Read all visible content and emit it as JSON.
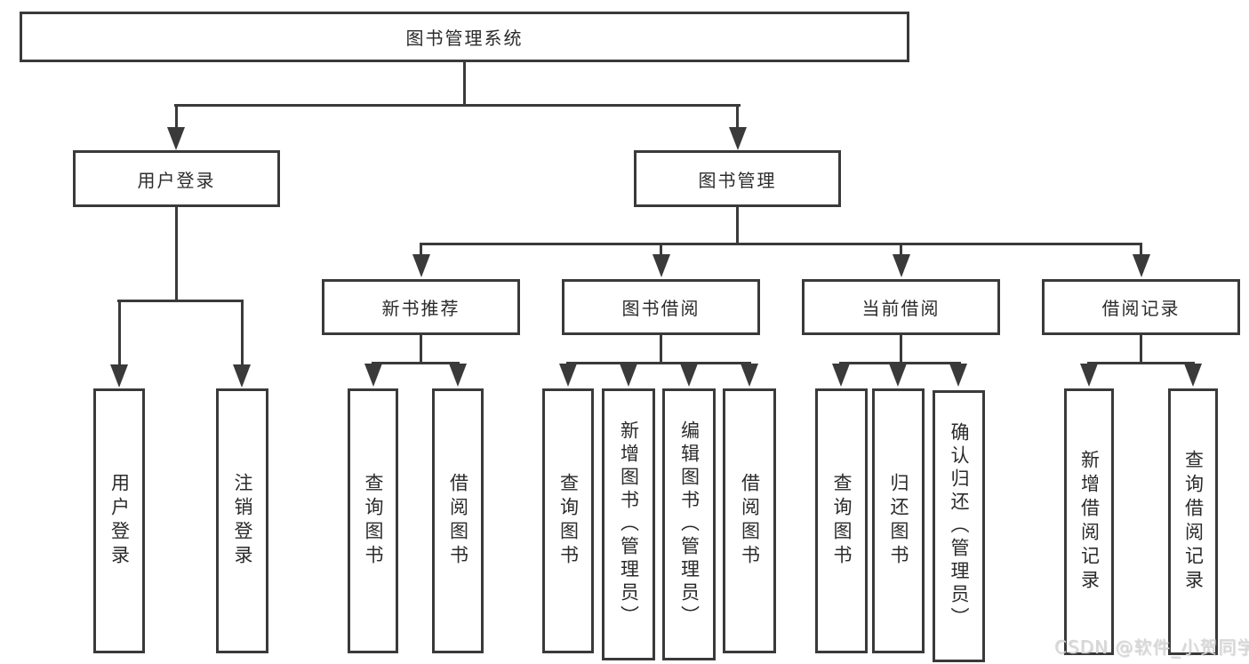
{
  "nodes": {
    "root": "图书管理系统",
    "user_login": "用户登录",
    "book_mgmt": "图书管理",
    "new_book_rec": "新书推荐",
    "book_borrow": "图书借阅",
    "current_borrow": "当前借阅",
    "borrow_records": "借阅记录",
    "ul_user_login": "用户登录",
    "ul_logout": "注销登录",
    "nbr_query_book": "查询图书",
    "nbr_borrow_book": "借阅图书",
    "bb_query_book": "查询图书",
    "bb_add_book": "新增图书（管理员）",
    "bb_edit_book": "编辑图书（管理员）",
    "bb_borrow_book": "借阅图书",
    "cb_query_book": "查询图书",
    "cb_return_book": "归还图书",
    "cb_confirm_return": "确认归还（管理员）",
    "br_add_record": "新增借阅记录",
    "br_query_record": "查询借阅记录"
  },
  "watermark": "CSDN @软件_小贺同学",
  "colors": {
    "line": "#3a3a3a",
    "text": "#2b2b2b",
    "box_bg": "#ffffff",
    "watermark": "#d8d8d8"
  }
}
